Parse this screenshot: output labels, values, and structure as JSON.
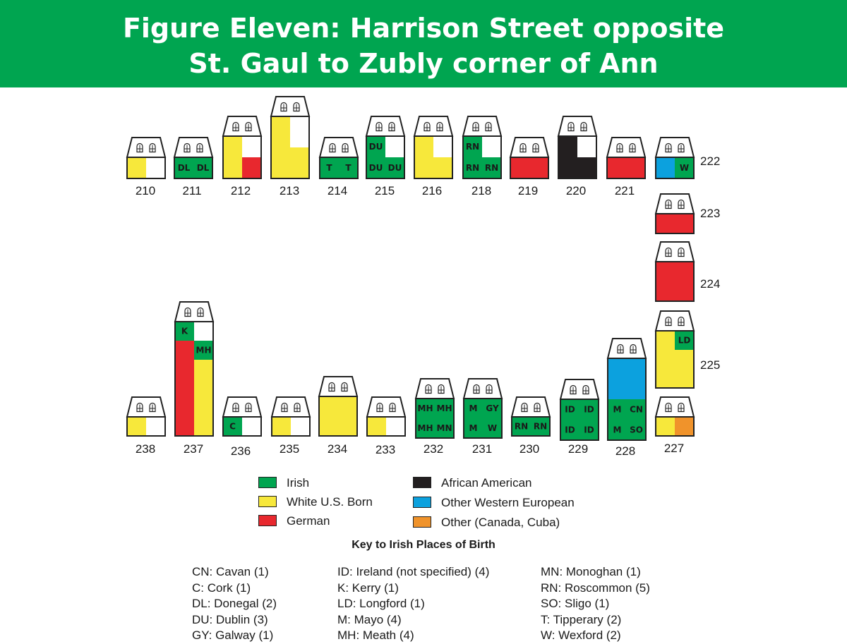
{
  "title": {
    "line1": "Figure Eleven: Harrison Street opposite",
    "line2": "St. Gaul to Zubly corner of Ann"
  },
  "colors": {
    "irish": "#00a550",
    "white_us": "#f7e83b",
    "german": "#e8282e",
    "african_american": "#231f20",
    "other_western_european": "#0ca1de",
    "other": "#f0932b",
    "empty": "#ffffff",
    "banner": "#00a550"
  },
  "houses": [
    {
      "number": "210",
      "cells": [
        [
          "white_us",
          "empty"
        ]
      ]
    },
    {
      "number": "211",
      "cells": [
        [
          "irish",
          "irish"
        ]
      ],
      "codes": [
        [
          "DL",
          "DL"
        ]
      ]
    },
    {
      "number": "212",
      "cells": [
        [
          "white_us",
          "empty"
        ],
        [
          "white_us",
          "german"
        ]
      ]
    },
    {
      "number": "213",
      "cells": [
        [
          "white_us",
          "empty"
        ],
        [
          "white_us",
          "white_us"
        ]
      ]
    },
    {
      "number": "214",
      "cells": [
        [
          "irish",
          "irish"
        ]
      ],
      "codes": [
        [
          "T",
          "T"
        ]
      ]
    },
    {
      "number": "215",
      "cells": [
        [
          "irish",
          "empty"
        ],
        [
          "irish",
          "irish"
        ]
      ],
      "codes": [
        [
          "DU",
          ""
        ],
        [
          "DU",
          "DU"
        ]
      ]
    },
    {
      "number": "216",
      "cells": [
        [
          "white_us",
          "empty"
        ],
        [
          "white_us",
          "white_us"
        ]
      ]
    },
    {
      "number": "218",
      "cells": [
        [
          "irish",
          "empty"
        ],
        [
          "irish",
          "irish"
        ]
      ],
      "codes": [
        [
          "RN",
          ""
        ],
        [
          "RN",
          "RN"
        ]
      ]
    },
    {
      "number": "219",
      "cells": [
        [
          "german",
          "german"
        ]
      ]
    },
    {
      "number": "220",
      "cells": [
        [
          "african_american",
          "empty"
        ],
        [
          "african_american",
          "african_american"
        ]
      ]
    },
    {
      "number": "221",
      "cells": [
        [
          "german",
          "german"
        ]
      ]
    },
    {
      "number": "222",
      "cells": [
        [
          "other_western_european",
          "irish"
        ]
      ],
      "codes": [
        [
          "",
          "W"
        ]
      ]
    },
    {
      "number": "223",
      "cells": [
        [
          "german",
          "german"
        ]
      ]
    },
    {
      "number": "224",
      "cells": [
        [
          "german",
          "german"
        ],
        [
          "german",
          "german"
        ]
      ]
    },
    {
      "number": "225",
      "cells": [
        [
          "white_us",
          "irish"
        ],
        [
          "white_us",
          "white_us"
        ],
        [
          "white_us",
          "white_us"
        ]
      ],
      "codes": [
        [
          "",
          "LD"
        ],
        [
          "",
          ""
        ],
        [
          "",
          ""
        ]
      ]
    },
    {
      "number": "227",
      "cells": [
        [
          "white_us",
          "other"
        ]
      ]
    },
    {
      "number": "228",
      "cells": [
        [
          "other_western_european",
          "other_western_european"
        ],
        [
          "other_western_european",
          "other_western_european"
        ],
        [
          "irish",
          "irish"
        ],
        [
          "irish",
          "irish"
        ]
      ],
      "codes": [
        [
          "",
          ""
        ],
        [
          "",
          ""
        ],
        [
          "M",
          "CN"
        ],
        [
          "M",
          "SO"
        ]
      ]
    },
    {
      "number": "229",
      "cells": [
        [
          "irish",
          "irish"
        ],
        [
          "irish",
          "irish"
        ]
      ],
      "codes": [
        [
          "ID",
          "ID"
        ],
        [
          "ID",
          "ID"
        ]
      ]
    },
    {
      "number": "230",
      "cells": [
        [
          "irish",
          "irish"
        ]
      ],
      "codes": [
        [
          "RN",
          "RN"
        ]
      ]
    },
    {
      "number": "231",
      "cells": [
        [
          "irish",
          "irish"
        ],
        [
          "irish",
          "irish"
        ]
      ],
      "codes": [
        [
          "M",
          "GY"
        ],
        [
          "M",
          "W"
        ]
      ]
    },
    {
      "number": "232",
      "cells": [
        [
          "irish",
          "irish"
        ],
        [
          "irish",
          "irish"
        ]
      ],
      "codes": [
        [
          "MH",
          "MH"
        ],
        [
          "MH",
          "MN"
        ]
      ]
    },
    {
      "number": "233",
      "cells": [
        [
          "white_us",
          "empty"
        ]
      ]
    },
    {
      "number": "234",
      "cells": [
        [
          "white_us",
          "white_us"
        ],
        [
          "white_us",
          "white_us"
        ]
      ]
    },
    {
      "number": "235",
      "cells": [
        [
          "white_us",
          "empty"
        ]
      ]
    },
    {
      "number": "236",
      "cells": [
        [
          "irish",
          "empty"
        ]
      ],
      "codes": [
        [
          "C",
          ""
        ]
      ]
    },
    {
      "number": "237",
      "cells": [
        [
          "irish",
          "empty"
        ],
        [
          "german",
          "irish"
        ],
        [
          "german",
          "white_us"
        ],
        [
          "german",
          "white_us"
        ],
        [
          "german",
          "white_us"
        ],
        [
          "german",
          "white_us"
        ]
      ],
      "codes": [
        [
          "K",
          ""
        ],
        [
          "",
          "MH"
        ],
        [
          "",
          ""
        ],
        [
          "",
          ""
        ],
        [
          "",
          ""
        ],
        [
          "",
          ""
        ]
      ]
    },
    {
      "number": "238",
      "cells": [
        [
          "white_us",
          "empty"
        ]
      ]
    }
  ],
  "legend": {
    "irish": "Irish",
    "white_us": "White U.S. Born",
    "german": "German",
    "african_american": "African American",
    "other_western_european": "Other Western European",
    "other": "Other (Canada, Cuba)"
  },
  "key": {
    "title": "Key to Irish Places of Birth",
    "col1": [
      "CN: Cavan (1)",
      "C: Cork (1)",
      "DL: Donegal (2)",
      "DU: Dublin (3)",
      "GY: Galway (1)"
    ],
    "col2": [
      "ID: Ireland (not specified) (4)",
      "K: Kerry (1)",
      "LD: Longford (1)",
      "M: Mayo (4)",
      "MH: Meath (4)"
    ],
    "col3": [
      "MN: Monoghan (1)",
      "RN: Roscommon (5)",
      "SO: Sligo (1)",
      "T: Tipperary (2)",
      "W: Wexford (2)"
    ]
  }
}
